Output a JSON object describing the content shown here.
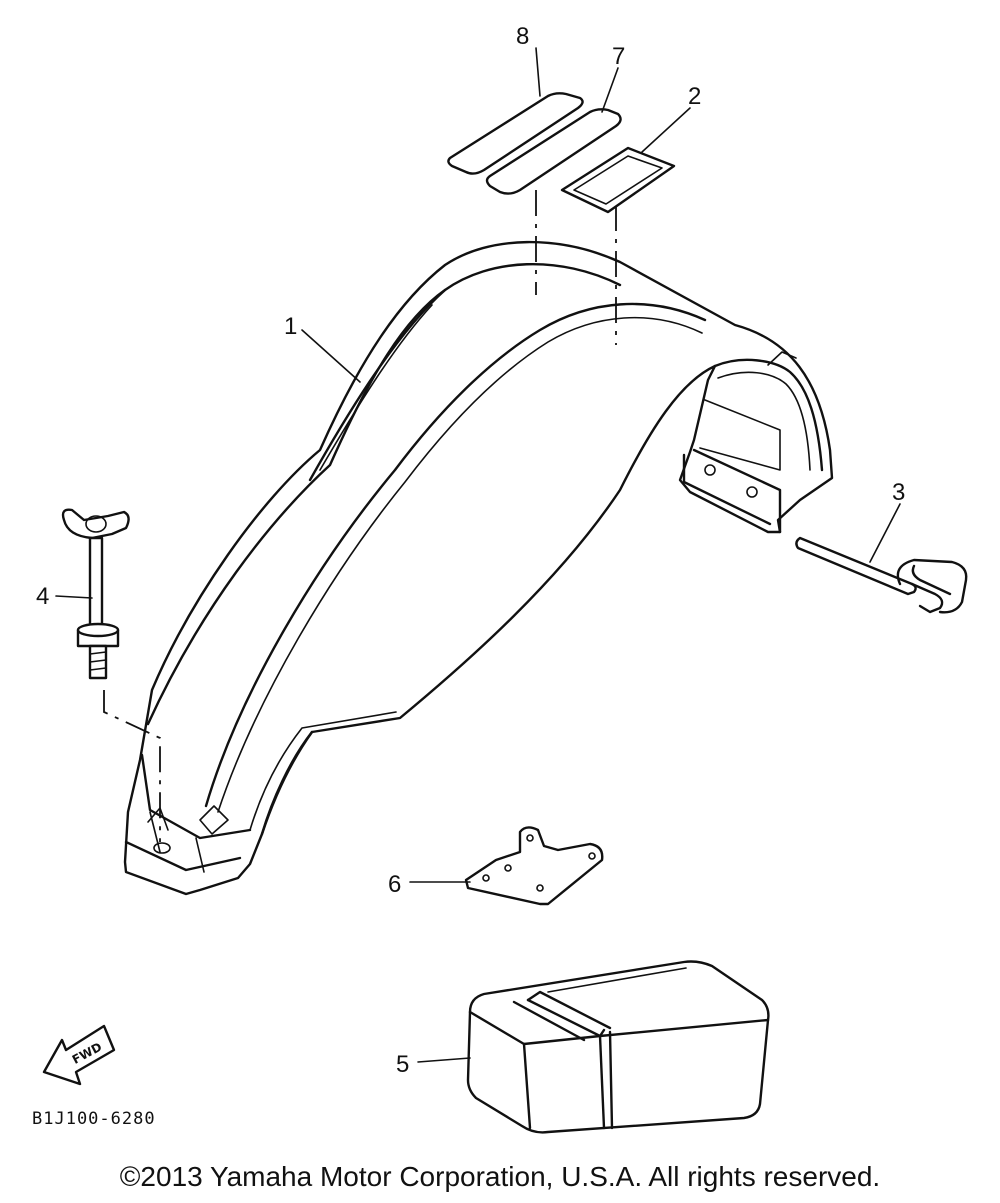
{
  "callouts": {
    "part_1": "1",
    "part_2": "2",
    "part_3": "3",
    "part_4": "4",
    "part_5": "5",
    "part_6": "6",
    "part_7": "7",
    "part_8": "8"
  },
  "direction_arrow": {
    "label": "FWD"
  },
  "drawing_code": "B1J100-6280",
  "copyright": "©2013 Yamaha Motor Corporation, U.S.A. All rights reserved."
}
